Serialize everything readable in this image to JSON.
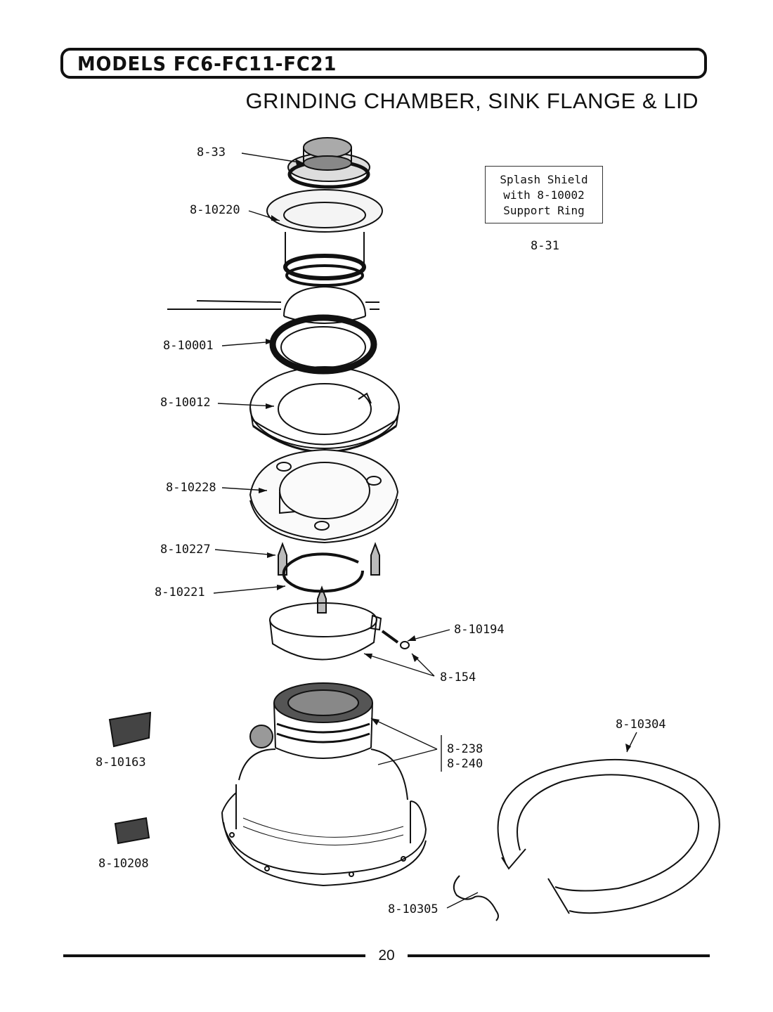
{
  "header": {
    "title": "MODELS FC6-FC11-FC21",
    "subtitle": "GRINDING CHAMBER, SINK FLANGE & LID"
  },
  "callout_box": {
    "line1": "Splash Shield",
    "line2": "with 8-10002",
    "line3": "Support Ring",
    "part_number": "8-31"
  },
  "parts": {
    "p_8_33": "8-33",
    "p_8_10220": "8-10220",
    "p_8_10001": "8-10001",
    "p_8_10012": "8-10012",
    "p_8_10228": "8-10228",
    "p_8_10227": "8-10227",
    "p_8_10221": "8-10221",
    "p_8_10194": "8-10194",
    "p_8_154": "8-154",
    "p_8_238": "8-238",
    "p_8_240": "8-240",
    "p_8_10163": "8-10163",
    "p_8_10208": "8-10208",
    "p_8_10304": "8-10304",
    "p_8_10305": "8-10305"
  },
  "footer": {
    "page_number": "20"
  }
}
